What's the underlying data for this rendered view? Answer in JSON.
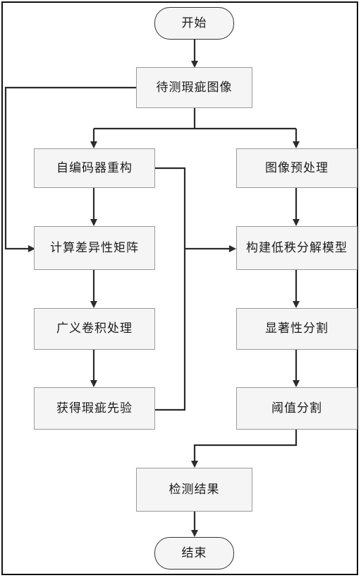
{
  "flowchart": {
    "start": "开始",
    "input": "待测瑕疵图像",
    "left_branch": {
      "reconstruct": "自编码器重构",
      "difference": "计算差异性矩阵",
      "convolution": "广义卷积处理",
      "prior": "获得瑕疵先验"
    },
    "right_branch": {
      "preprocess": "图像预处理",
      "lowrank": "构建低秩分解模型",
      "saliency": "显著性分割",
      "threshold": "阈值分割"
    },
    "result": "检测结果",
    "end": "结束"
  },
  "colors": {
    "line": "#2b2b2b",
    "box_fill": "#f5f5f5",
    "box_border": "#9a9a9a"
  }
}
